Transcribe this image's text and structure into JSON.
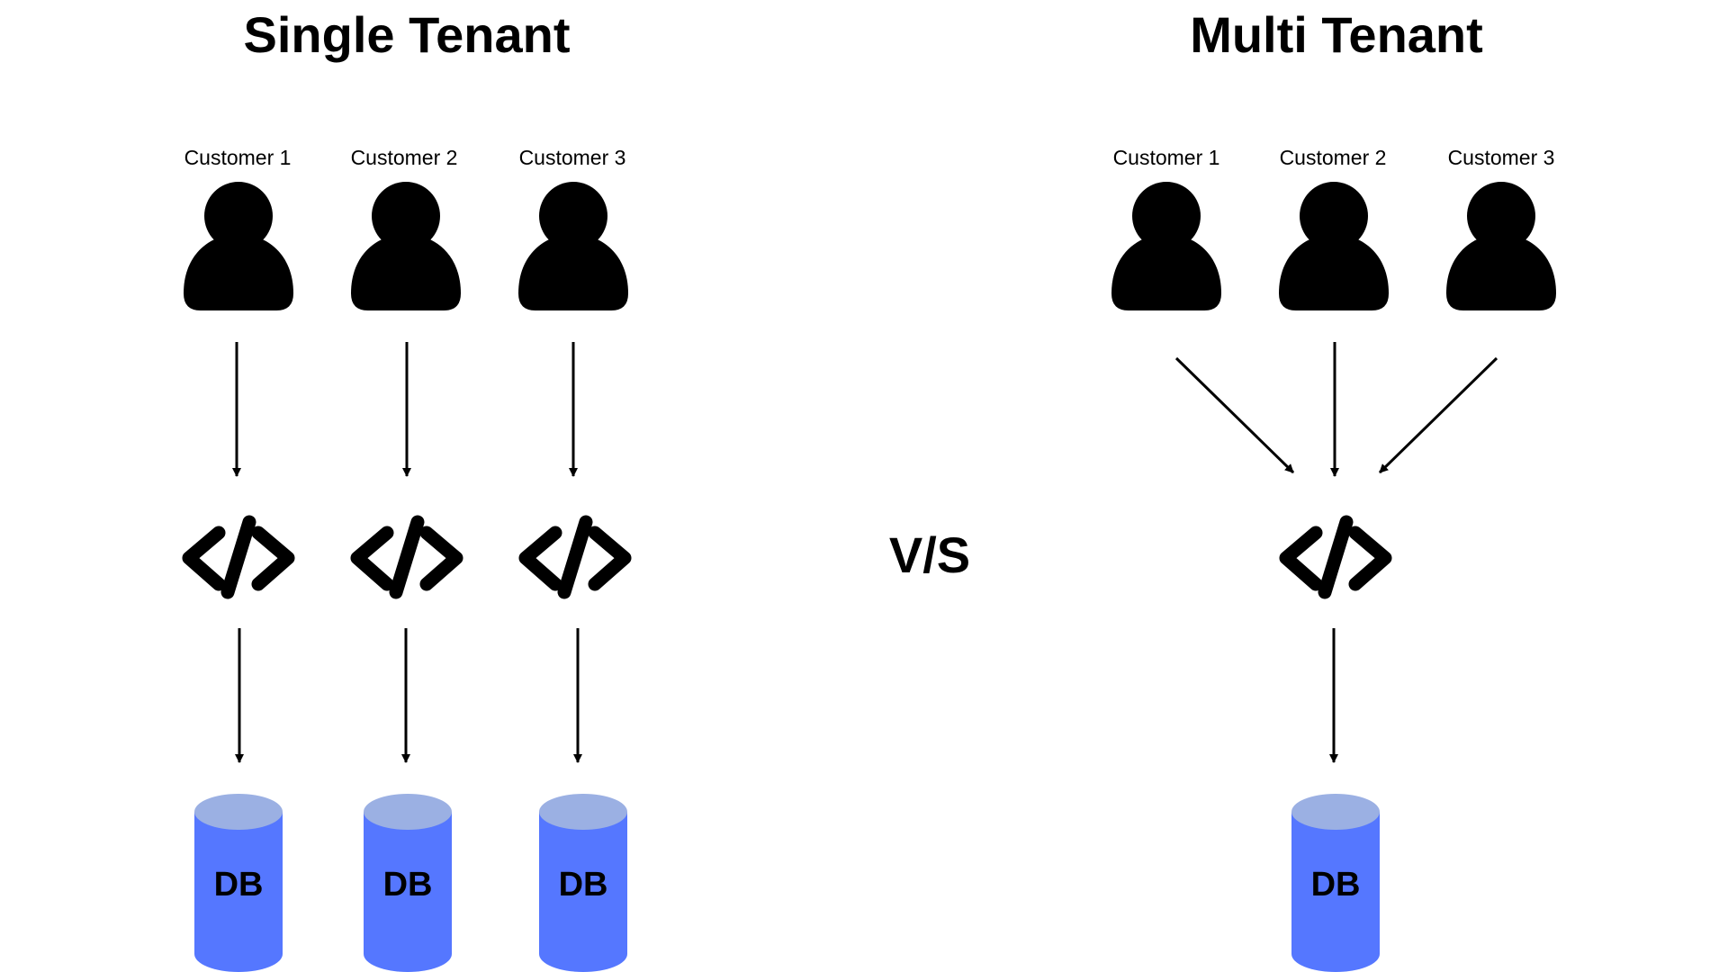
{
  "single_tenant": {
    "title": "Single Tenant",
    "customers": [
      "Customer 1",
      "Customer 2",
      "Customer 3"
    ],
    "code_icon": "code-brackets-icon",
    "databases": [
      "DB",
      "DB",
      "DB"
    ]
  },
  "separator": {
    "label": "V/S"
  },
  "multi_tenant": {
    "title": "Multi Tenant",
    "customers": [
      "Customer 1",
      "Customer 2",
      "Customer 3"
    ],
    "code_icon": "code-brackets-icon",
    "databases": [
      "DB"
    ]
  },
  "colors": {
    "db_body": "#5577ff",
    "db_top": "#9bb0e3",
    "icon": "#000000",
    "arrow": "#000000"
  }
}
